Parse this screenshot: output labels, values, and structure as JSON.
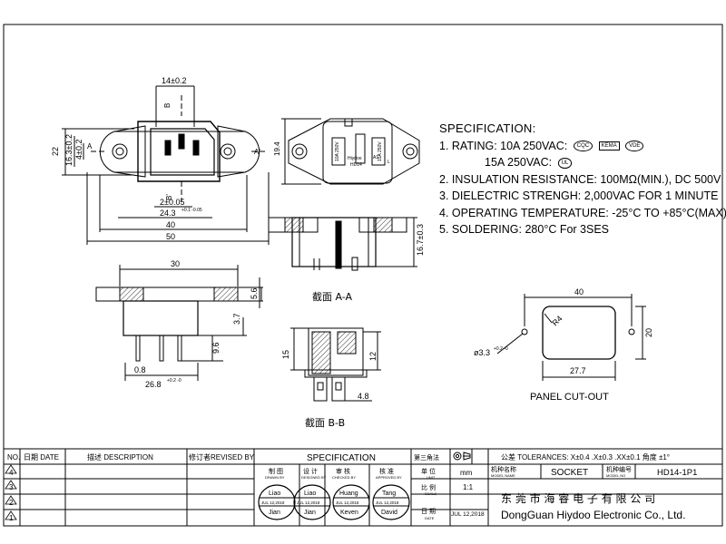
{
  "dims": {
    "d_14": "14±0.2",
    "d_22": "22",
    "d_16_3": "16.3±0.2",
    "d_4": "4±0.2",
    "d_2": "2±0.05",
    "d_24_3": "24.3",
    "d_24_3_tol": "+0.1 -0.05",
    "d_40": "40",
    "d_50": "50",
    "d_30": "30",
    "d_5_6": "5.6",
    "d_3_7": "3.7",
    "d_9_6": "9.6",
    "d_0_8": "0.8",
    "d_26_8": "26.8",
    "d_26_8_tol": "+0.2 -0",
    "d_19_4": "19.4",
    "d_16_7": "16.7±0.3",
    "d_15": "15",
    "d_12": "12",
    "d_4_8": "4.8",
    "pc_40": "40",
    "pc_20": "20",
    "pc_27_7": "27.7",
    "pc_r4": "R4",
    "pc_hole": "ø3.3",
    "pc_hole_tol": "+0.2 -0"
  },
  "markers": {
    "B": "B",
    "B_prime": "B'",
    "A": "A",
    "A_prime": "A'",
    "A1": "A1",
    "L": "L"
  },
  "face_text": {
    "brand": "Hiydoo",
    "model": "HD14",
    "rating_left": "10A 250V",
    "rating_right": "15A 250V"
  },
  "section_aa": "截面  A-A",
  "section_bb": "截面  B-B",
  "panel_cutout": "PANEL CUT-OUT",
  "spec": {
    "title": "SPECIFICATION:",
    "line1a": "1. RATING: 10A 250VAC:",
    "line1b": "15A 250VAC:",
    "line2": "2. INSULATION RESISTANCE: 100MΩ(MIN.), DC 500V",
    "line3": "3. DIELECTRIC STRENGH: 2,000VAC FOR 1 MINUTE",
    "line4": "4. OPERATING TEMPERATURE: -25°C TO +85°C(MAX)",
    "line5": "5. SOLDERING: 280°C For 3SES",
    "badges": [
      "CQC",
      "KEMA",
      "VDE",
      "UL"
    ]
  },
  "titleblock": {
    "no": "NO.",
    "date": "日期 DATE",
    "desc": "描述 DESCRIPTION",
    "revised": "修订者REVISED BY",
    "spec": "SPECIFICATION",
    "projection": "第三角法",
    "tolerances": "公差 TOLERANCES: X±0.4  .X±0.3  .XX±0.1  角度 ±1°",
    "rev_rows": [
      "4",
      "3",
      "2",
      "1"
    ],
    "drawn_cn": "制 图",
    "drawn_en": "DRAWN BY",
    "design_cn": "设 计",
    "design_en": "DESIGNED BY",
    "check_cn": "审 核",
    "check_en": "CHECKED BY",
    "approve_cn": "核 准",
    "approve_en": "APPROVED BY",
    "unit_cn": "单 位",
    "unit_en": "UNIT",
    "unit": "mm",
    "scale_cn": "比 例",
    "scale_en": "SCALE",
    "scale": "1:1",
    "date_cn": "日 期",
    "date_en": "DATE",
    "date_val": "JUL 12,2018",
    "model_name_cn": "机种名称",
    "model_name_en": "MODEL NAME",
    "model_name": "SOCKET",
    "model_no_cn": "机种编号",
    "model_no_en": "MODEL NO",
    "model_no": "HD14-1P1",
    "company_cn": "东 莞 市 海 睿 电 子 有 限 公 司",
    "company_en": "DongGuan Hiydoo Electronic  Co., Ltd.",
    "stamps": [
      {
        "top": "Liao",
        "date": "JUL 12,2018",
        "name": "Jian"
      },
      {
        "top": "Liao",
        "date": "JUL 12,2018",
        "name": "Jian"
      },
      {
        "top": "Huang",
        "date": "JUL 12,2018",
        "name": "Keven"
      },
      {
        "top": "Tang",
        "date": "JUL 12,2018",
        "name": "David"
      }
    ]
  }
}
